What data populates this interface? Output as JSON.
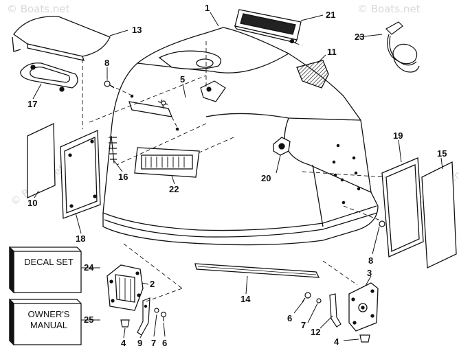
{
  "diagram": {
    "watermark": "© Boats.net",
    "boxes": {
      "decal_set": "DECAL SET",
      "owners_manual": "OWNER'S MANUAL"
    },
    "callouts": {
      "n1": "1",
      "n2": "2",
      "n3": "3",
      "n4a": "4",
      "n4b": "4",
      "n5": "5",
      "n6a": "6",
      "n6b": "6",
      "n7a": "7",
      "n7b": "7",
      "n8a": "8",
      "n8b": "8",
      "n9": "9",
      "n10": "10",
      "n11": "11",
      "n12": "12",
      "n13": "13",
      "n14": "14",
      "n15": "15",
      "n16": "16",
      "n17": "17",
      "n18": "18",
      "n19": "19",
      "n20": "20",
      "n21": "21",
      "n22": "22",
      "n23": "23",
      "n24": "24",
      "n25": "25"
    }
  }
}
